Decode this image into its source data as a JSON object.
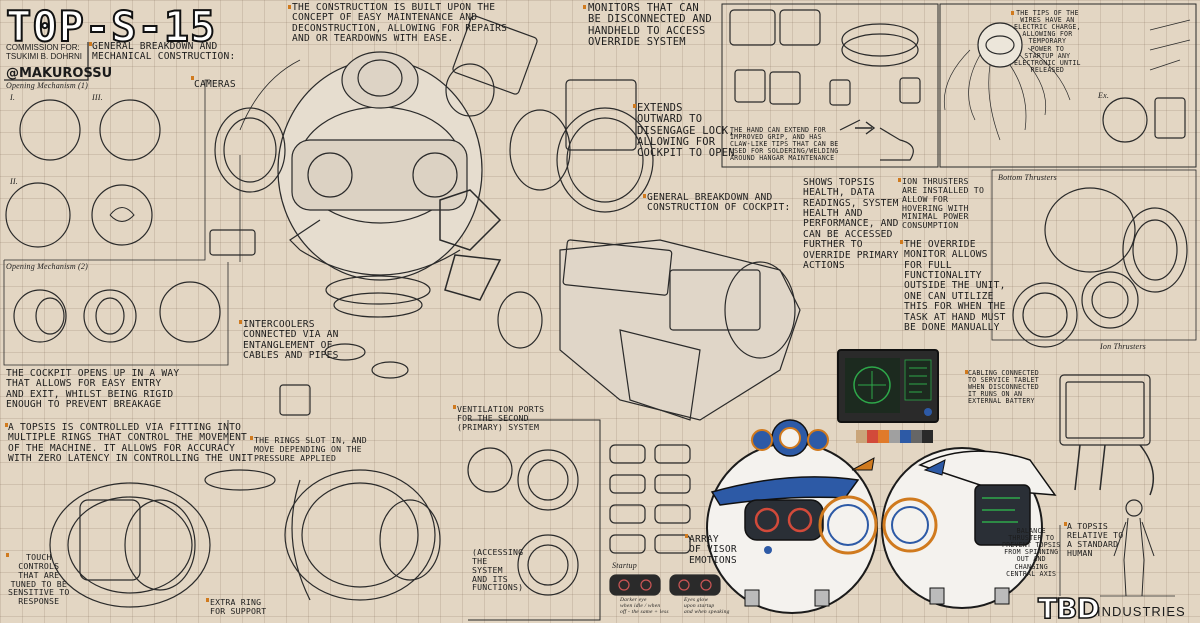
{
  "header": {
    "title": "T0P-S-15",
    "commission": "COMMISSION FOR:\nTSUKIMI B. DOHRNI",
    "handle": "@MAKUROSSU",
    "general_breakdown": "GENERAL BREAKDOWN AND\nMECHANICAL CONSTRUCTION:"
  },
  "notes": {
    "construction": "THE CONSTRUCTION IS BUILT UPON THE\nCONCEPT OF EASY MAINTENANCE AND\nDECONSTRUCTION, ALLOWING FOR REPAIRS\nAND OR TEARDOWNS WITH EASE.",
    "monitors": "MONITORS THAT CAN\nBE DISCONNECTED AND\nHANDHELD TO ACCESS\nOVERRIDE SYSTEM",
    "cameras": "CAMERAS",
    "extends": "EXTENDS\nOUTWARD TO\nDISENGAGE LOCK,\nALLOWING FOR\nCOCKPIT TO OPEN",
    "hand": "THE HAND CAN EXTEND FOR\nIMPROVED GRIP, AND HAS\nCLAW-LIKE TIPS THAT CAN BE\nUSED FOR SOLDERING/WELDING\nAROUND HANGAR MAINTENANCE",
    "wires": "THE TIPS OF THE\nWIRES HAVE AN\nELECTRIC CHARGE,\nALLOWING FOR\nTEMPORARY\nPOWER TO\nSTARTUP ANY\nELECTRONIC UNTIL\nRELEASED",
    "cockpit_breakdown": "GENERAL BREAKDOWN AND\nCONSTRUCTION OF COCKPIT:",
    "shows": "SHOWS TOPSIS\nHEALTH, DATA\nREADINGS, SYSTEM\nHEALTH AND\nPERFORMANCE, AND\nCAN BE ACCESSED\nFURTHER TO\nOVERRIDE PRIMARY\nACTIONS",
    "ion": "ION THRUSTERS\nARE INSTALLED TO\nALLOW FOR\nHOVERING WITH\nMINIMAL POWER\nCONSUMPTION",
    "override": "THE OVERRIDE\nMONITOR ALLOWS\nFOR FULL\nFUNCTIONALITY\nOUTSIDE THE UNIT,\nONE CAN UTILIZE\nTHIS FOR WHEN THE\nTASK AT HAND MUST\nBE DONE MANUALLY",
    "intercoolers": "INTERCOOLERS\nCONNECTED VIA AN\nENTANGLEMENT OF\nCABLES AND PIPES",
    "cockpit_opens": "THE COCKPIT OPENS UP IN A WAY\nTHAT ALLOWS FOR EASY ENTRY\nAND EXIT, WHILST BEING RIGID\nENOUGH TO PREVENT BREAKAGE",
    "controlled": "A TOPSIS IS CONTROLLED VIA FITTING INTO\nMULTIPLE RINGS THAT CONTROL THE MOVEMENT\nOF THE MACHINE. IT ALLOWS FOR ACCURACY\nWITH ZERO LATENCY IN CONTROLLING THE UNIT",
    "rings_slot": "THE RINGS SLOT IN, AND\nMOVE DEPENDING ON THE\nPRESSURE APPLIED",
    "ventilation": "VENTILATION PORTS\nFOR THE SECOND\n(PRIMARY) SYSTEM",
    "accessing": "(ACCESSING\nTHE\nSYSTEM\nAND ITS\nFUNCTIONS)",
    "array": "ARRAY\nOF VISOR\nEMOTIONS",
    "touch": "TOUCH\nCONTROLS\nTHAT ARE\nTUNED TO BE\nSENSITIVE TO\nRESPONSE",
    "extra_ring": "EXTRA RING\nFOR SUPPORT",
    "cabling": "CABLING CONNECTED\nTO SERVICE TABLET\nWHEN DISCONNECTED\nIT RUNS ON AN\nEXTERNAL BATTERY",
    "balance": "BALANCE\nTHRUSTER TO\nPREVENT TOPSIS\nFROM SPINNING\nOUT AND\nCHANGING\nCENTRAL AXIS",
    "relative": "A TOPSIS\nRELATIVE TO\nA STANDARD\nHUMAN"
  },
  "labels": {
    "opening_mechanism_1": "Opening Mechanism (1)",
    "opening_mechanism_2": "Opening Mechanism (2)",
    "bottom_thrusters": "Bottom Thrusters",
    "ion_thrusters": "Ion Thrusters",
    "startup": "Startup",
    "visor_note_1": "Darker eye\nwhen idle / when\noff - the same + less",
    "visor_note_2": "Eyes glow\nupon startup\nand when speaking",
    "roman_1": "I.",
    "roman_2": "II.",
    "roman_3": "III.",
    "ex": "Ex."
  },
  "brand": {
    "name": "TBD",
    "suffix": "INDUSTRIES"
  },
  "palette": {
    "paper": "#e3d6c3",
    "ink": "#1b1b1b",
    "visor_blue": "#2d5aa6",
    "accent_orange": "#d07a1e",
    "monitor_green": "#2ea84a",
    "body_white": "#f4f2ee",
    "swatches": [
      "#c9a57a",
      "#d24a3a",
      "#e07a2a",
      "#a0a0a0",
      "#2d5aa6",
      "#666666",
      "#2a2a2a"
    ]
  }
}
